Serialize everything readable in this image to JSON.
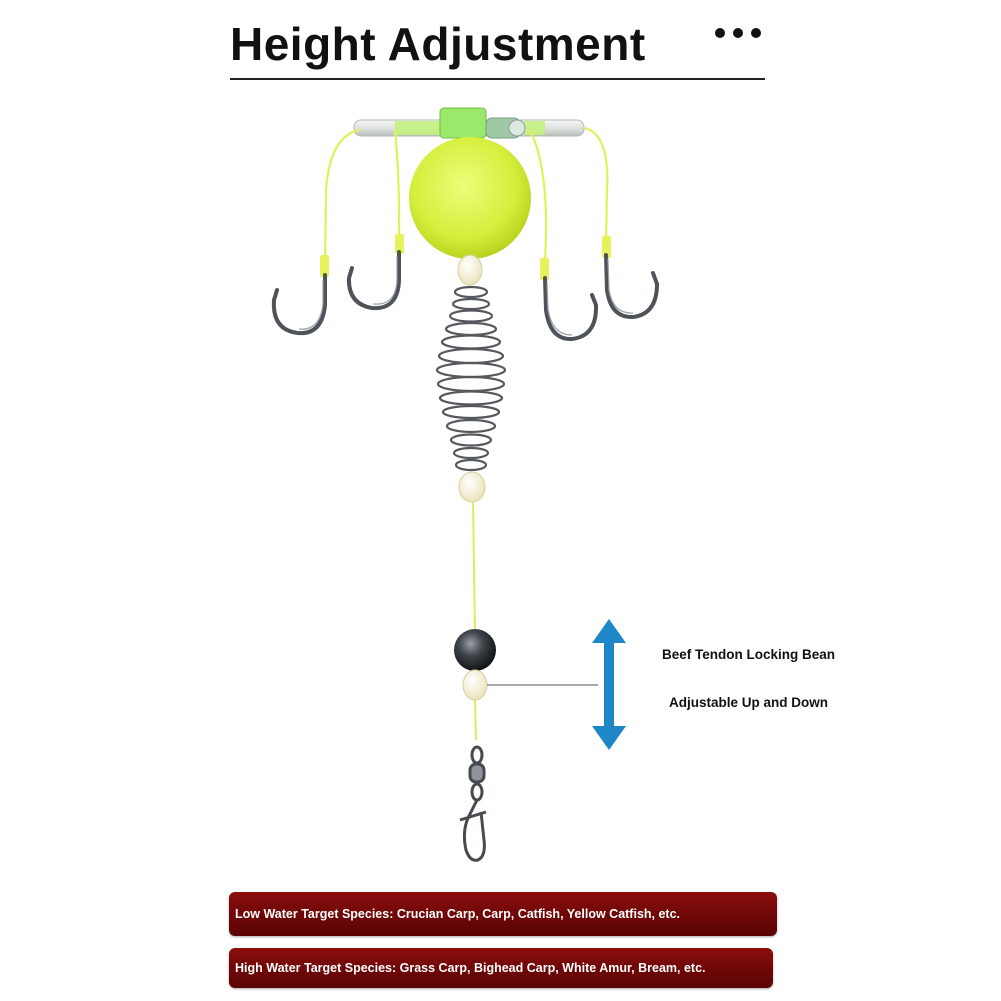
{
  "header": {
    "title": "Height Adjustment"
  },
  "labels": {
    "locking_bean": "Beef Tendon Locking Bean",
    "adjustable": "Adjustable Up and Down"
  },
  "banners": {
    "low_water": "Low Water Target Species: Crucian Carp, Carp, Catfish,  Yellow Catfish, etc.",
    "high_water": "High Water Target Species: Grass Carp, Bighead Carp, White Amur, Bream, etc."
  },
  "colors": {
    "accent_green": "#d9f04a",
    "arrow_blue": "#1f86c8",
    "banner_red": "#7a0a0a"
  },
  "icons": [
    "more-dots-icon",
    "up-down-arrow-icon"
  ]
}
